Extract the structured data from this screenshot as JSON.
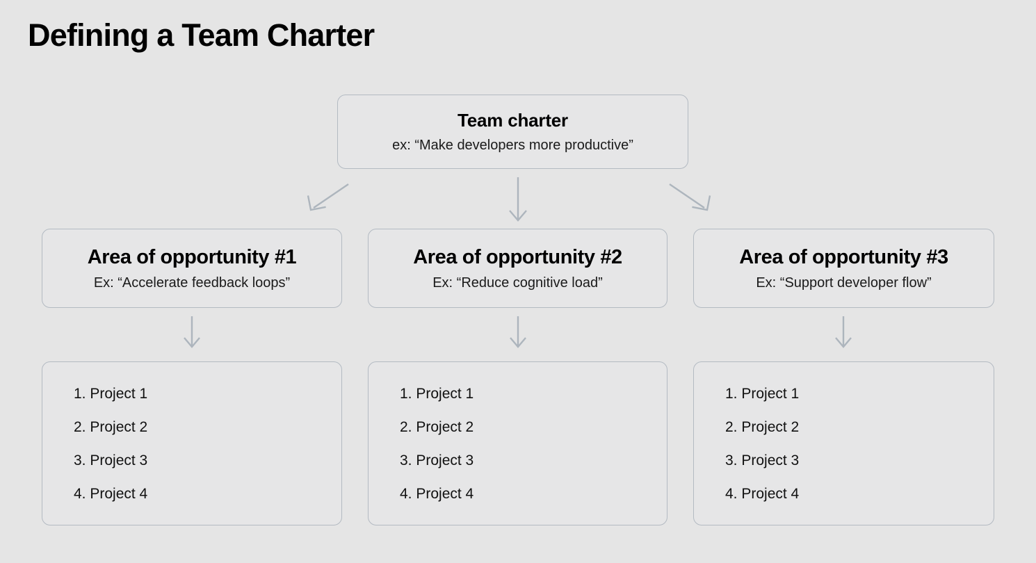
{
  "page": {
    "title": "Defining a Team Charter",
    "background_color": "#e5e5e5",
    "box_fill_color": "#e6e6e7",
    "box_border_color": "#b3bac2",
    "arrow_color": "#adb5bd",
    "text_color": "#111111"
  },
  "diagram": {
    "type": "hierarchy-flowchart",
    "root": {
      "title": "Team charter",
      "subtitle": "ex: “Make developers more productive”"
    },
    "branches": [
      {
        "area": {
          "title": "Area of opportunity #1",
          "subtitle": "Ex: “Accelerate feedback loops”"
        },
        "projects": [
          "1. Project 1",
          "2. Project 2",
          "3. Project 3",
          "4. Project 4"
        ]
      },
      {
        "area": {
          "title": "Area of opportunity #2",
          "subtitle": "Ex: “Reduce cognitive load”"
        },
        "projects": [
          "1. Project 1",
          "2. Project 2",
          "3. Project 3",
          "4. Project 4"
        ]
      },
      {
        "area": {
          "title": "Area of opportunity #3",
          "subtitle": "Ex: “Support developer flow”"
        },
        "projects": [
          "1. Project 1",
          "2. Project 2",
          "3. Project 3",
          "4. Project 4"
        ]
      }
    ],
    "connectors": [
      {
        "name": "root-to-area-1",
        "shape": "diagonal-down-left"
      },
      {
        "name": "root-to-area-2",
        "shape": "straight-down"
      },
      {
        "name": "root-to-area-3",
        "shape": "diagonal-down-right"
      },
      {
        "name": "area-1-to-projects-1",
        "shape": "straight-down"
      },
      {
        "name": "area-2-to-projects-2",
        "shape": "straight-down"
      },
      {
        "name": "area-3-to-projects-3",
        "shape": "straight-down"
      }
    ]
  }
}
